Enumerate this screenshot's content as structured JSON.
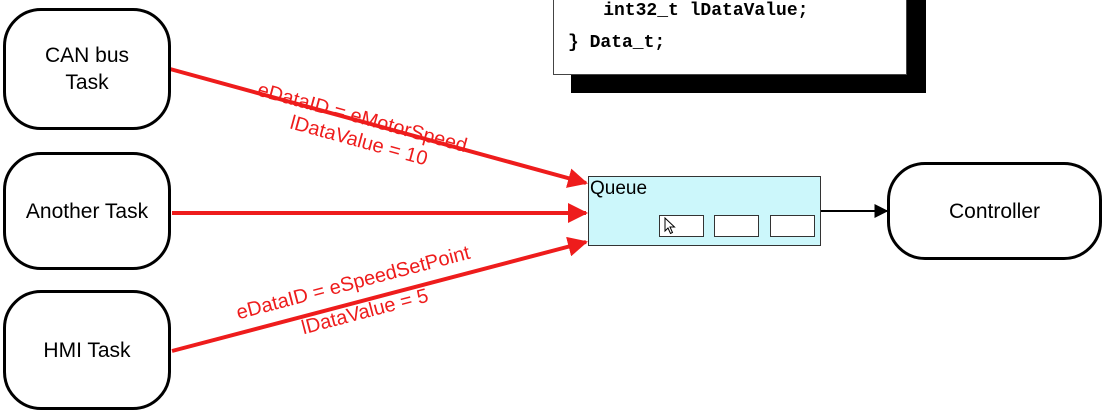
{
  "tasks": {
    "can_bus": "CAN bus\nTask",
    "another": "Another Task",
    "hmi": "HMI Task",
    "controller": "Controller"
  },
  "code": {
    "line_field": "    int32_t lDataValue;",
    "line_close": "} Data_t;"
  },
  "queue": {
    "label": "Queue"
  },
  "messages": {
    "can": {
      "id_text": "eDataID = eMotorSpeed",
      "value_text": "lDataValue = 10"
    },
    "hmi": {
      "id_text": "eDataID = eSpeedSetPoint",
      "value_text": "lDataValue = 5"
    }
  },
  "colors": {
    "arrow": "#ee1c1c",
    "queue_fill": "#ccf7fb",
    "connector": "#000000"
  },
  "icons": {
    "cursor": "mouse-pointer-icon"
  }
}
